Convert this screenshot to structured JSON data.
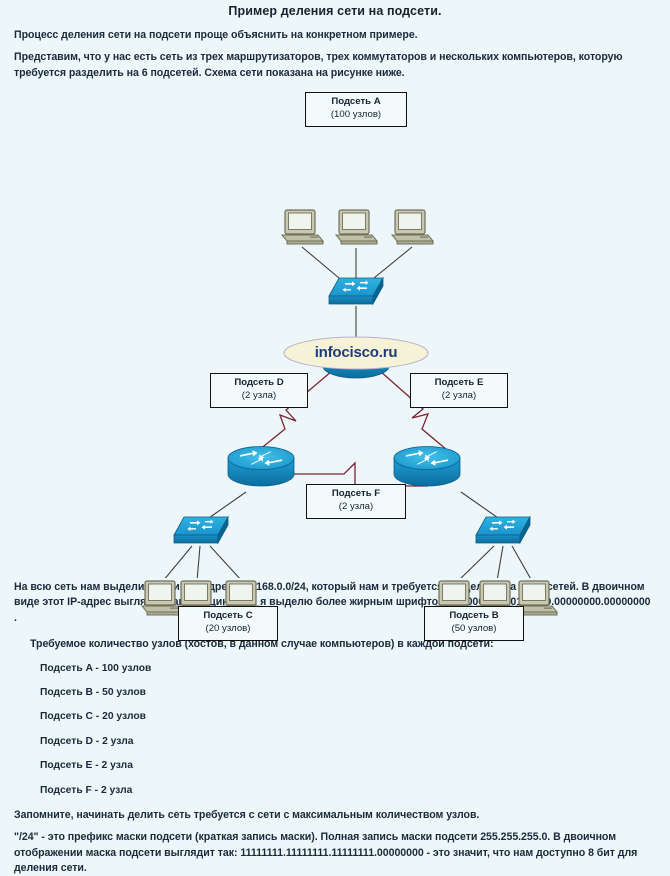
{
  "document": {
    "title": "Пример деления сети на подсети.",
    "paragraphs": [
      "Процесс деления сети на подсети проще объяснить на конкретном примере.",
      "Представим, что у нас есть сеть из трех маршрутизаторов, трех коммутаторов и нескольких компьютеров, которую требуется разделить на 6 подсетей. Схема сети показана на рисунке ниже."
    ],
    "after_diagram_paragraph": "На всю сеть нам выделили один IP-адрес 192.168.0.0/24, который нам и требуется разделить на 6 подсетей. В двоичном виде этот IP-адрес выглядит так (порцию сети я выделю более жирным шрифтом): 11000000.10101000.00000000.00000000 .",
    "list_intro": "Требуемое количество узлов (хостов, в данном случае компьютеров) в каждой подсети:",
    "host_list": [
      "Подсеть A - 100 узлов",
      "Подсеть B - 50 узлов",
      "Подсеть C - 20 узлов",
      "Подсеть D - 2 узла",
      "Подсеть E - 2 узла",
      "Подсеть F - 2 узла"
    ],
    "note": "Запомните, начинать делить сеть требуется с сети с максимальным количеством узлов.",
    "mask_paragraph": "\"/24\" - это префикс маски подсети (краткая запись маски). Полная запись маски подсети 255.255.255.0. В двоичном отображении маска подсети выглядит так: 11111111.11111111.11111111.00000000 - это значит, что нам доступно 8 бит для деления сети."
  },
  "diagram": {
    "watermark": "infocisco.ru",
    "labels": {
      "subnet_a": {
        "name": "Подсеть A",
        "hosts": "(100 узлов)"
      },
      "subnet_b": {
        "name": "Подсеть B",
        "hosts": "(50 узлов)"
      },
      "subnet_c": {
        "name": "Подсеть C",
        "hosts": "(20 узлов)"
      },
      "subnet_d": {
        "name": "Подсеть D",
        "hosts": "(2 узла)"
      },
      "subnet_e": {
        "name": "Подсеть E",
        "hosts": "(2 узла)"
      },
      "subnet_f": {
        "name": "Подсеть F",
        "hosts": "(2 узла)"
      }
    },
    "colors": {
      "background": "#edf7fa",
      "device_blue": "#1a9fd4",
      "device_blue_dark": "#0f7bb0",
      "link_line": "#3b3b3b",
      "router_link": "#7b2430",
      "watermark_text": "#1c3c78",
      "pc_body": "#b9b9a0"
    }
  }
}
